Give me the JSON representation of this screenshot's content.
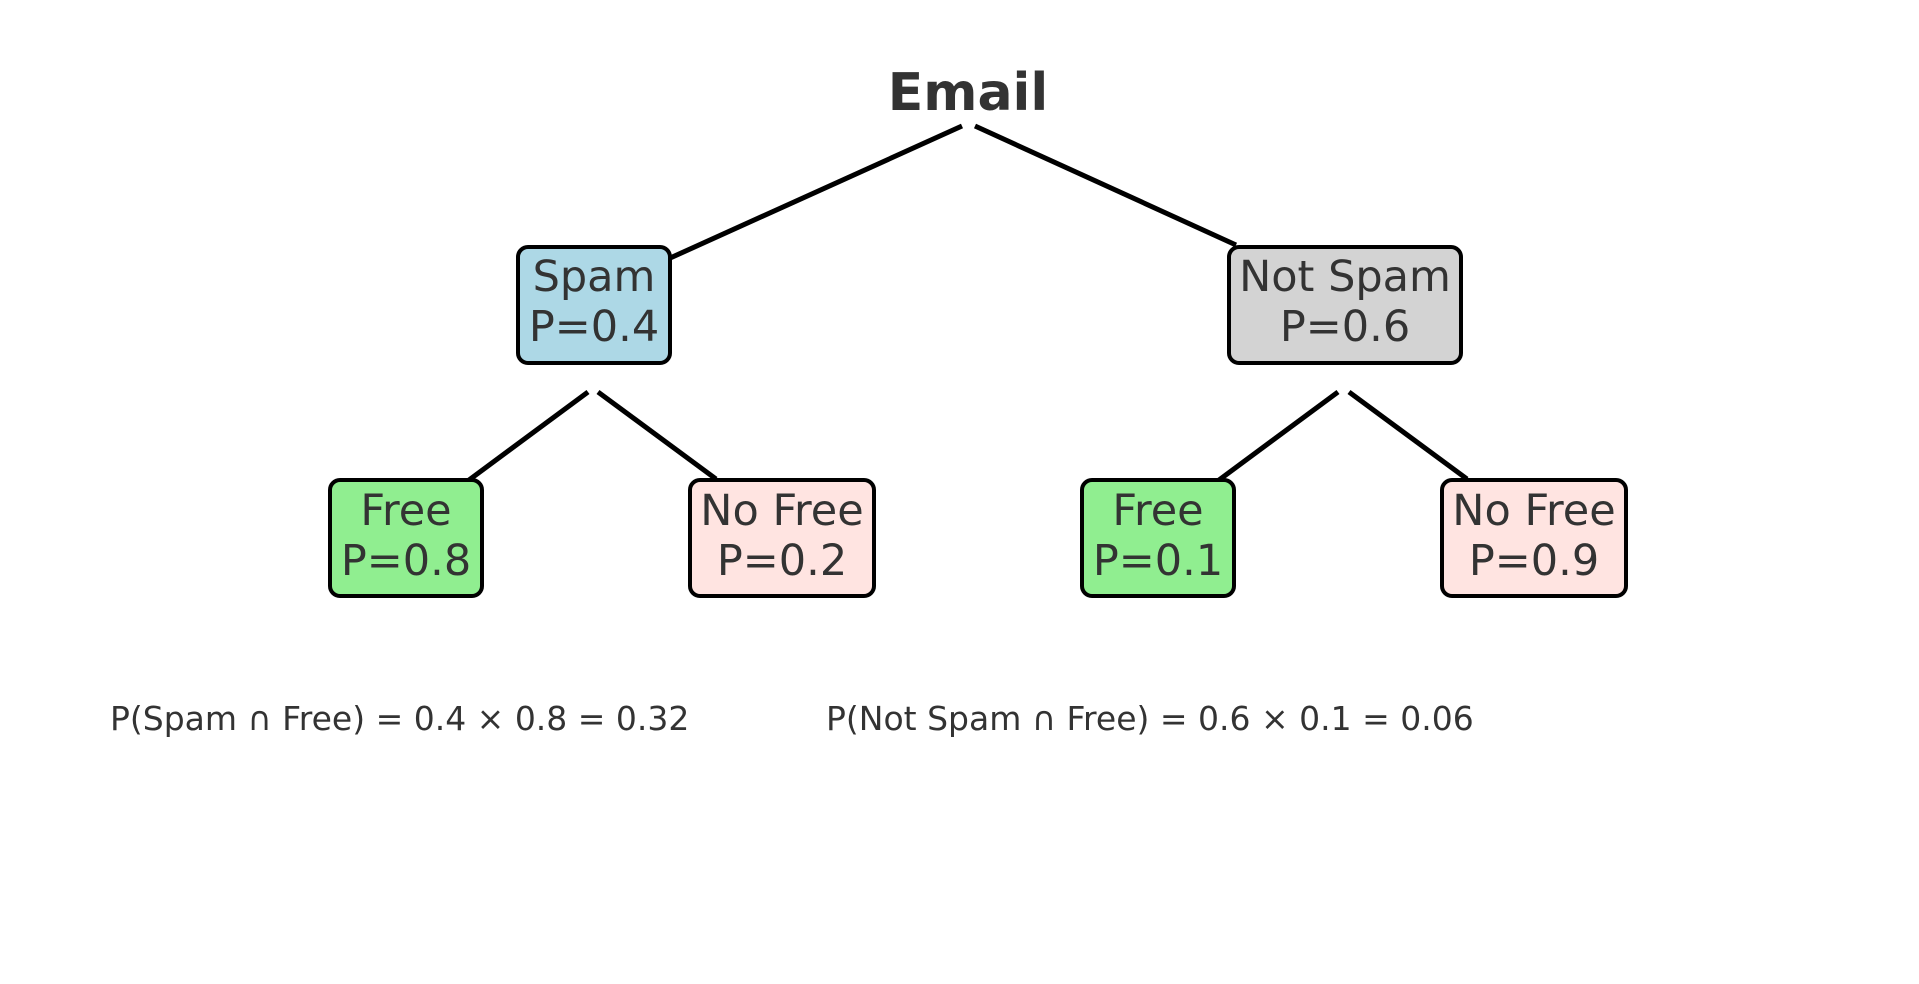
{
  "root": {
    "label": "Email"
  },
  "level1": [
    {
      "label": "Spam",
      "prob": "P=0.4",
      "fill": "#add8e6"
    },
    {
      "label": "Not Spam",
      "prob": "P=0.6",
      "fill": "#d3d3d3"
    }
  ],
  "level2": [
    {
      "label": "Free",
      "prob": "P=0.8",
      "fill": "#90ee90"
    },
    {
      "label": "No Free",
      "prob": "P=0.2",
      "fill": "#ffe4e1"
    },
    {
      "label": "Free",
      "prob": "P=0.1",
      "fill": "#90ee90"
    },
    {
      "label": "No Free",
      "prob": "P=0.9",
      "fill": "#ffe4e1"
    }
  ],
  "formulas": [
    "P(Spam ∩ Free) = 0.4 × 0.8 = 0.32",
    "P(Not Spam ∩ Free) = 0.6 × 0.1 = 0.06"
  ]
}
